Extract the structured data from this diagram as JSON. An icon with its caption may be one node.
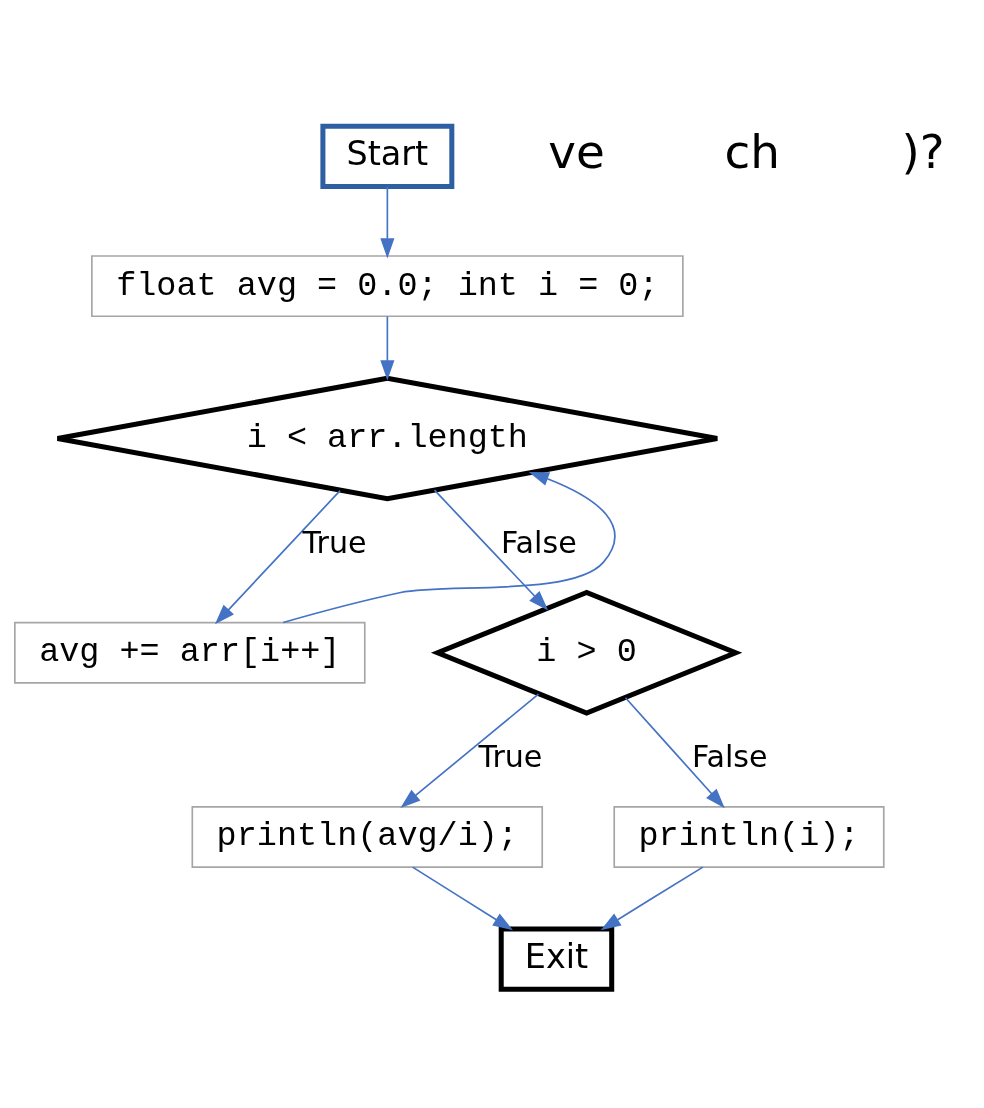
{
  "diagram": {
    "nodes": [
      {
        "text": [
          "Start"
        ]
      },
      {
        "text": [
          "float avg = 0.0; int i = 0;"
        ]
      },
      {
        "text": [
          "i < arr.length"
        ]
      },
      {
        "text": [
          "avg += arr[i++]"
        ]
      },
      {
        "text": [
          "i > 0"
        ]
      },
      {
        "text": [
          "println(avg/i);"
        ]
      },
      {
        "text": [
          "println(i);"
        ]
      },
      {
        "text": [
          "Exit"
        ]
      }
    ],
    "edges": [
      {
        "from": 0,
        "to": 1,
        "arrow": "to"
      },
      {
        "from": 1,
        "to": 2,
        "arrow": "to"
      },
      {
        "from": 2,
        "to": 3,
        "arrow": "to",
        "label": "True"
      },
      {
        "from": 3,
        "to": 2,
        "arrow": "to"
      },
      {
        "from": 2,
        "to": 4,
        "arrow": "to",
        "label": "False"
      },
      {
        "from": 4,
        "to": 5,
        "arrow": "to",
        "label": "True"
      },
      {
        "from": 4,
        "to": 6,
        "arrow": "to",
        "label": "False"
      },
      {
        "from": 5,
        "to": 7,
        "arrow": "to"
      },
      {
        "from": 6,
        "to": 7,
        "arrow": "to"
      }
    ],
    "labels": [
      "ve",
      "ch",
      ")?"
    ]
  }
}
